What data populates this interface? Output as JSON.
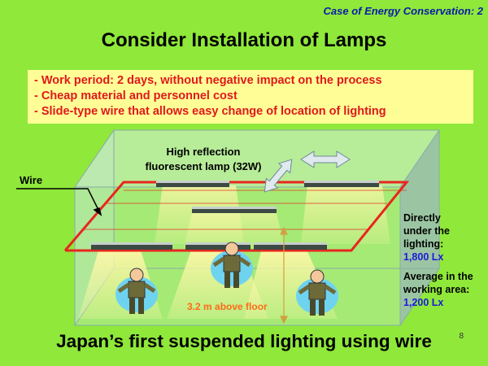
{
  "corner_title": "Case of Energy Conservation: 2",
  "title": "Consider Installation of Lamps",
  "bullets": [
    "- Work period: 2 days, without negative impact on the process",
    "- Cheap material and personnel cost",
    "- Slide-type wire that allows easy change of location of lighting"
  ],
  "lamp_label_line1": "High reflection",
  "lamp_label_line2": "fluorescent lamp (32W)",
  "wire_label": "Wire",
  "height_label": "3.2 m above floor",
  "directly_line1": "Directly",
  "directly_line2": "under the",
  "directly_line3": "lighting:",
  "directly_value": "1,800 Lx",
  "average_line1": "Average in the",
  "average_line2": "working area:",
  "average_value": "1,200 Lx",
  "footer": "Japan’s first suspended lighting using wire",
  "page_number": "8",
  "colors": {
    "background": "#8fe83a",
    "bullet_box": "#fffe96",
    "bullet_text": "#e0181c",
    "wire": "#e8261e",
    "accent_blue": "#1a1ad8"
  },
  "icons": [
    "double-arrow-icon",
    "worker-figure-icon"
  ]
}
